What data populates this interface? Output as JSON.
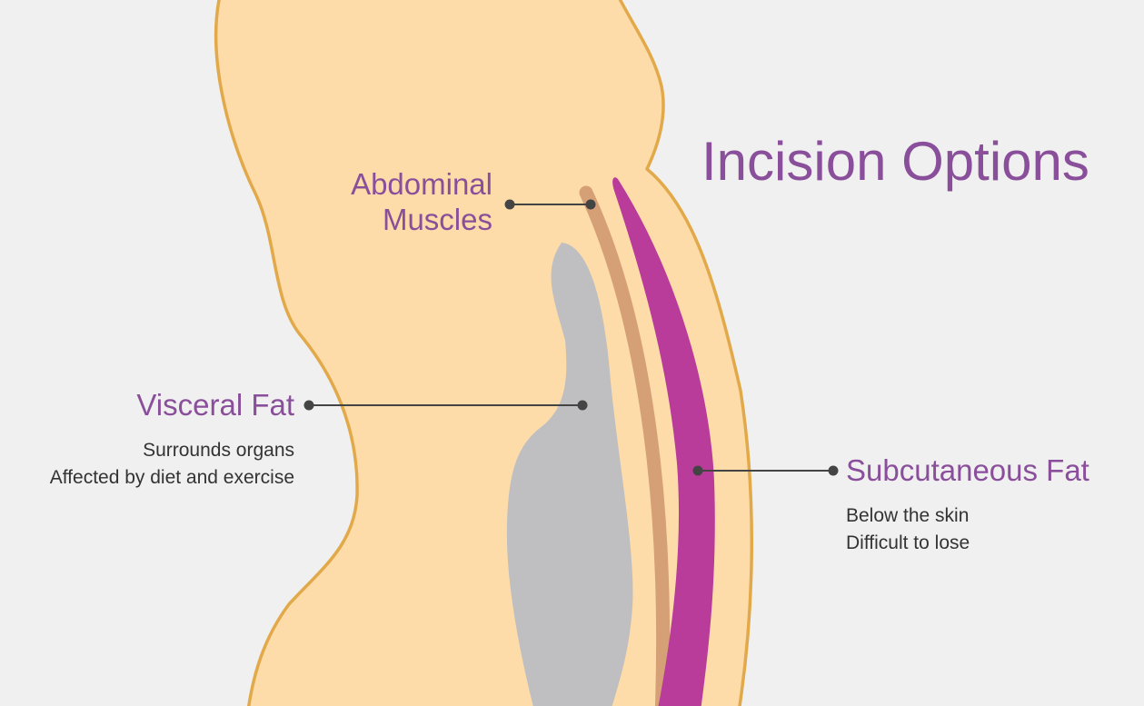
{
  "title": "Incision Options",
  "colors": {
    "background": "#f0f0f0",
    "body_fill": "#fddcaa",
    "body_outline": "#e2a94a",
    "muscle": "#d6a076",
    "subcutaneous_fat": "#b93c9b",
    "visceral_fat": "#bfbfc1",
    "label_text": "#8a4f9a",
    "description_text": "#333333",
    "leader_line": "#444444"
  },
  "labels": {
    "abdominal_muscles": {
      "lines": [
        "Abdominal",
        "Muscles"
      ]
    },
    "visceral_fat": {
      "name": "Visceral Fat",
      "description": [
        "Surrounds organs",
        "Affected by diet and exercise"
      ]
    },
    "subcutaneous_fat": {
      "name": "Subcutaneous Fat",
      "description": [
        "Below the skin",
        "Difficult to lose"
      ]
    }
  }
}
